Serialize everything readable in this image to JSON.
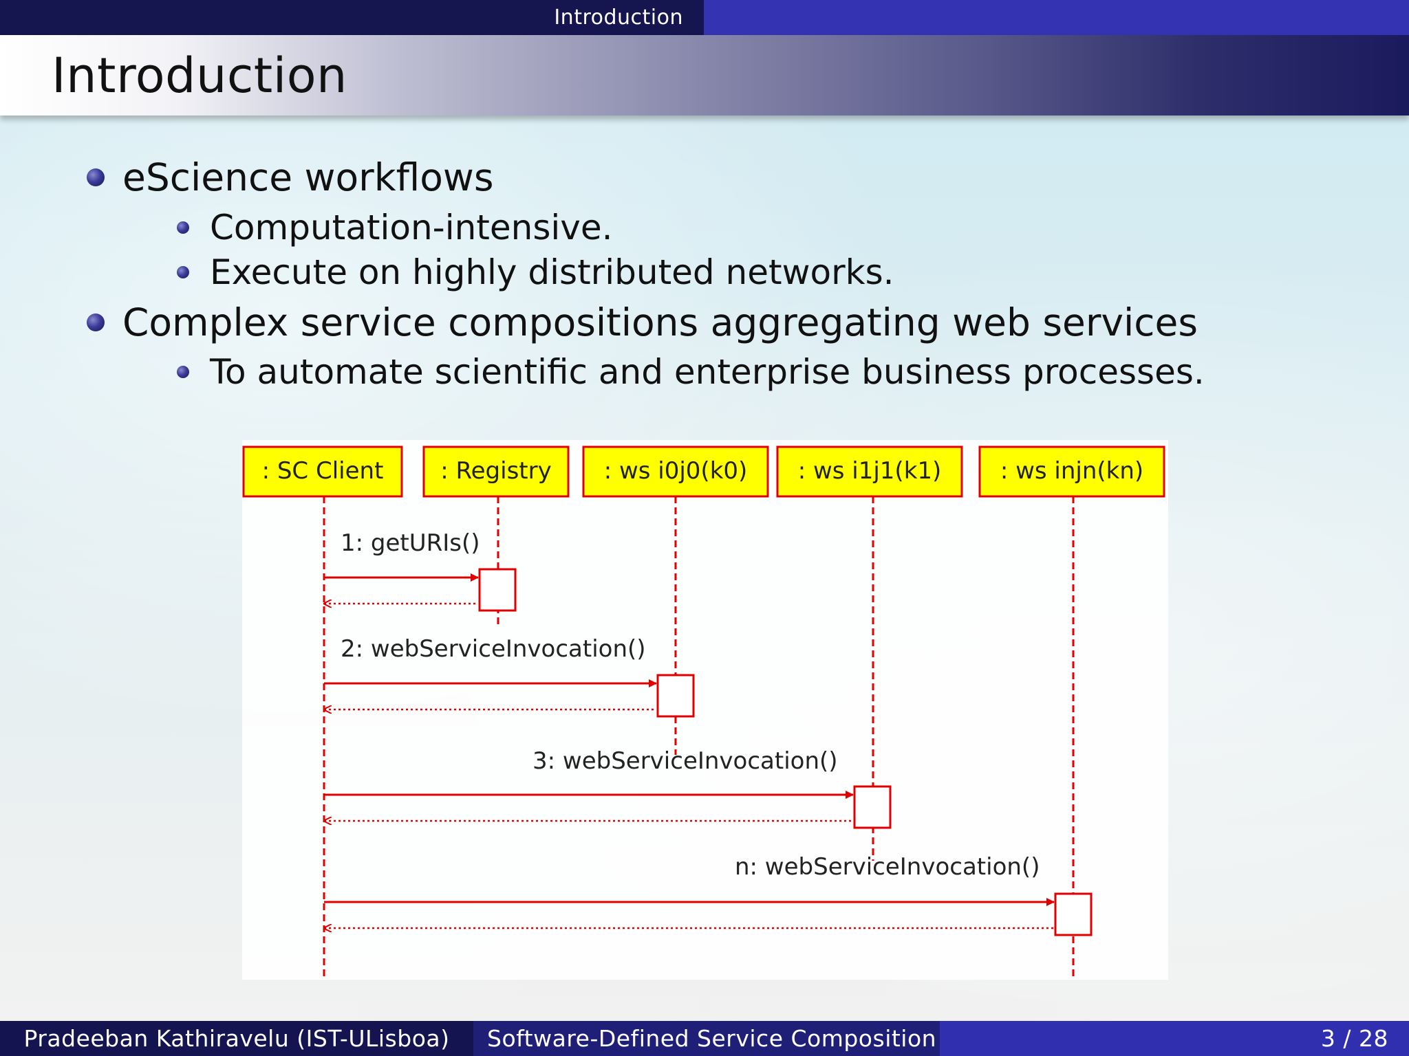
{
  "header": {
    "nav_section": "Introduction"
  },
  "slide": {
    "title": "Introduction",
    "bullets": [
      {
        "text": "eScience workflows",
        "subs": [
          "Computation-intensive.",
          "Execute on highly distributed networks."
        ]
      },
      {
        "text": "Complex service compositions aggregating web services",
        "subs": [
          "To automate scientific and enterprise business processes."
        ]
      }
    ]
  },
  "diagram": {
    "lifelines": [
      ": SC Client",
      ": Registry",
      ": ws  i0j0(k0)",
      ": ws  i1j1(k1)",
      ": ws  injn(kn)"
    ],
    "messages": [
      "1: getURIs()",
      "2: webServiceInvocation()",
      "3: webServiceInvocation()",
      "n: webServiceInvocation()"
    ],
    "colors": {
      "box_fill": "#ffff00",
      "line": "#e00000",
      "label": "#222222"
    }
  },
  "footer": {
    "author": "Pradeeban Kathiravelu  (IST-ULisboa)",
    "talk_title": "Software-Defined Service Composition",
    "page": "3 / 28"
  }
}
